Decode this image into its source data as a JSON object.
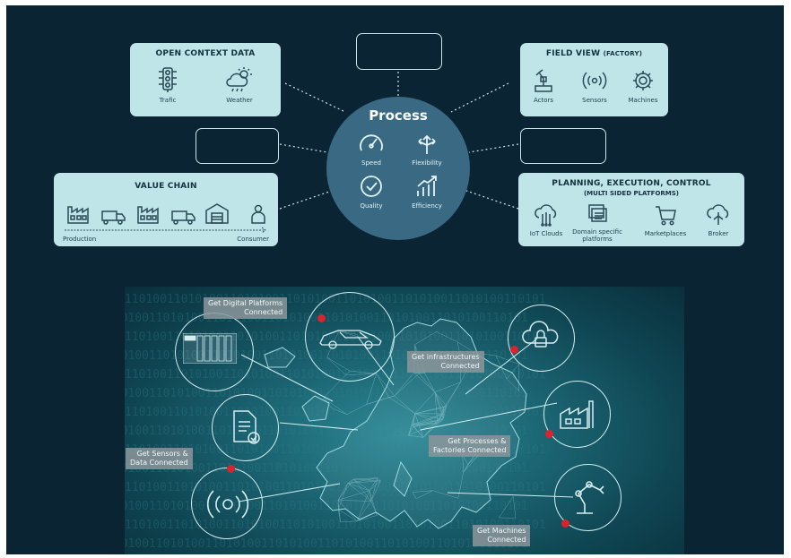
{
  "top": {
    "open_context": {
      "title": "OPEN CONTEXT DATA",
      "items": [
        {
          "label": "Trafic",
          "icon": "traffic-light-icon"
        },
        {
          "label": "Weather",
          "icon": "weather-icon"
        }
      ]
    },
    "field_view": {
      "title": "FIELD VIEW",
      "title_suffix": "(FACTORY)",
      "items": [
        {
          "label": "Actors",
          "icon": "robot-icon"
        },
        {
          "label": "Sensors",
          "icon": "sensor-icon"
        },
        {
          "label": "Machines",
          "icon": "gear-icon"
        }
      ]
    },
    "value_chain": {
      "title": "VALUE CHAIN",
      "start_label": "Production",
      "end_label": "Consumer",
      "icons": [
        "factory-icon",
        "truck-icon",
        "factory-icon",
        "truck-icon",
        "warehouse-icon",
        "consumer-icon"
      ]
    },
    "planning": {
      "title": "PLANNING, EXECUTION, CONTROL",
      "subtitle": "(MULTI SIDED PLATFORMS)",
      "items": [
        {
          "label": "IoT Clouds",
          "icon": "iot-cloud-icon"
        },
        {
          "label": "Domain specific platforms",
          "icon": "platform-icon"
        },
        {
          "label": "Marketplaces",
          "icon": "cart-icon"
        },
        {
          "label": "Broker",
          "icon": "broker-cloud-icon"
        }
      ]
    },
    "process": {
      "title": "Process",
      "items": [
        {
          "label": "Speed",
          "icon": "speedometer-icon"
        },
        {
          "label": "Flexibility",
          "icon": "arrows-icon"
        },
        {
          "label": "Quality",
          "icon": "check-circle-icon"
        },
        {
          "label": "Efficiency",
          "icon": "growth-chart-icon"
        }
      ]
    }
  },
  "map": {
    "callouts": {
      "digital_platforms": "Get Digital Platforms\nConnected",
      "infrastructures": "Get infrastructures\nConnected",
      "processes": "Get Processes &\nFactories Connected",
      "sensors": "Get Sensors &\nData Connected",
      "machines": "Get Machines\nConnected"
    },
    "binary_text": "110100110101001101010011010100110101001101010011010100110101"
  },
  "colors": {
    "background": "#0b2433",
    "box": "#bfe5e8",
    "process_circle": "#3a6a83",
    "dot": "#d8242c"
  }
}
